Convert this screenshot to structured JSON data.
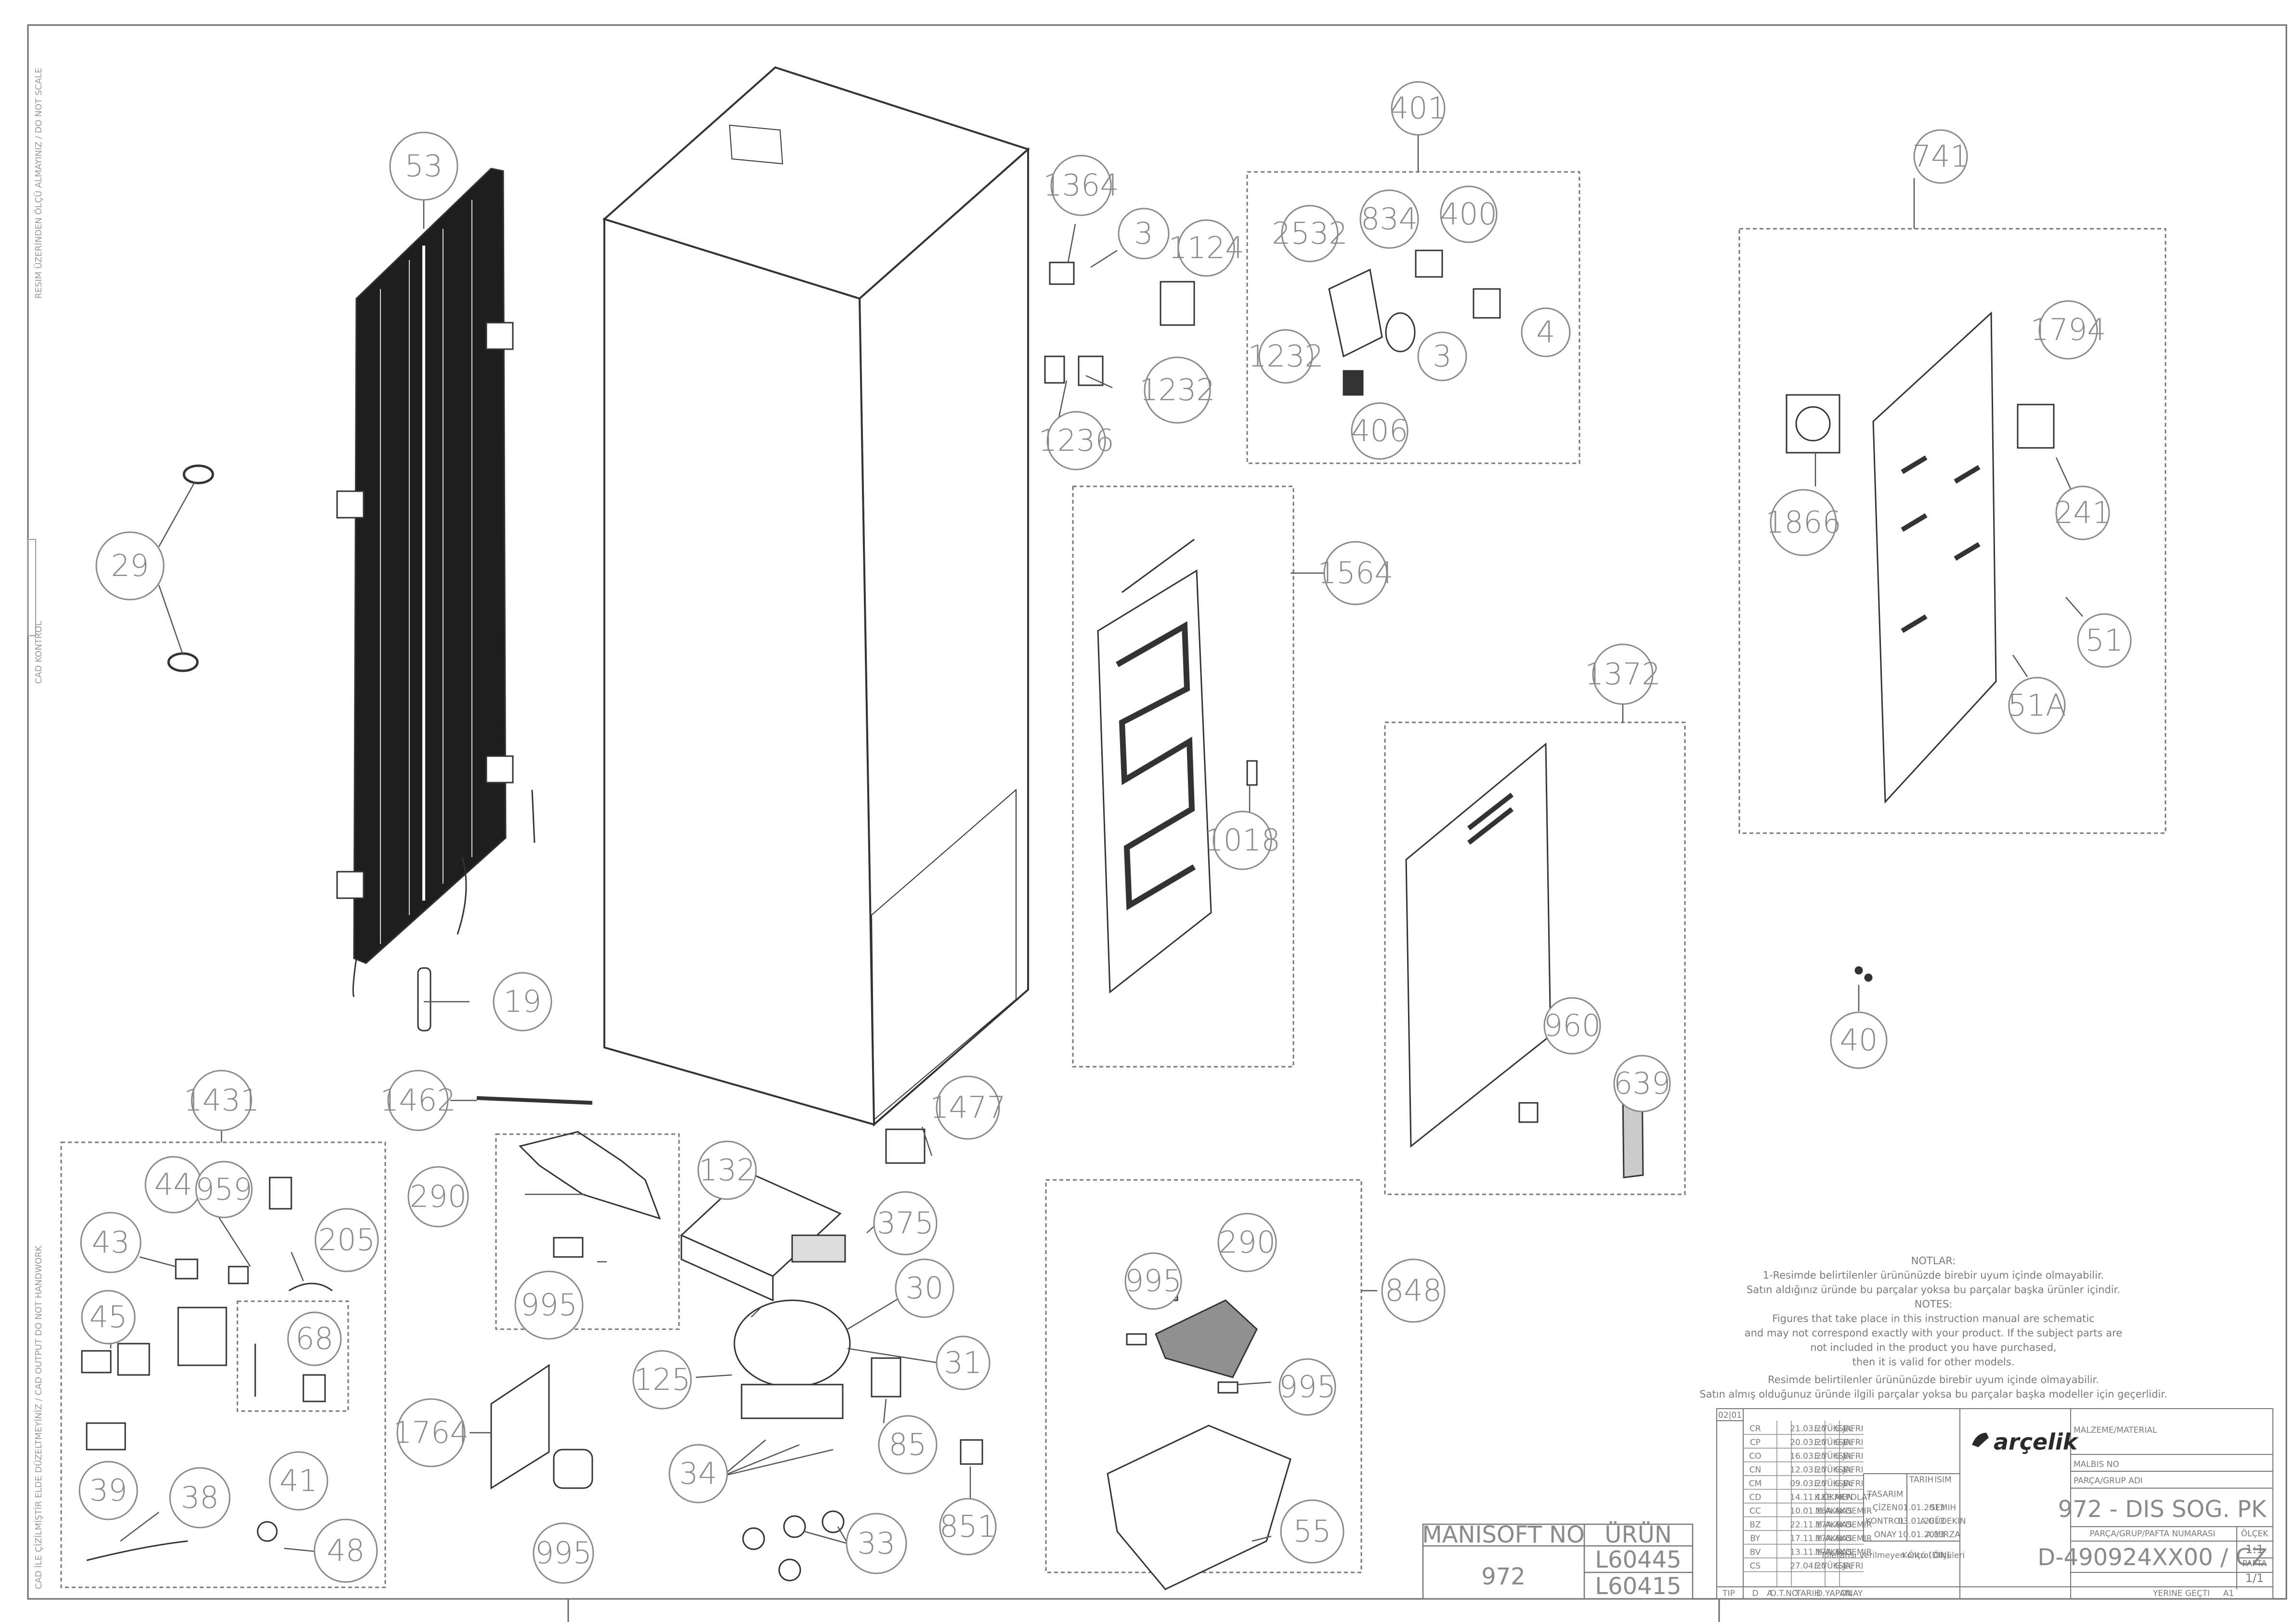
{
  "side_notes": {
    "top": "RESIM ÜZERİNDEN ÖLÇÜ ALMAYINIZ / DO NOT SCALE",
    "middle": "CAD KONTROL",
    "bottom": "CAD İLE ÇİZİLMİŞTİR ELDE DÜZELTMEYİNİZ / CAD OUTPUT DO NOT HANDWORK"
  },
  "callouts": [
    {
      "id": "c-53",
      "label": "53"
    },
    {
      "id": "c-29",
      "label": "29"
    },
    {
      "id": "c-19",
      "label": "19"
    },
    {
      "id": "c-1364",
      "label": "1364"
    },
    {
      "id": "c-3a",
      "label": "3"
    },
    {
      "id": "c-1124",
      "label": "1124"
    },
    {
      "id": "c-1232a",
      "label": "1232"
    },
    {
      "id": "c-1236",
      "label": "1236"
    },
    {
      "id": "c-401",
      "label": "401"
    },
    {
      "id": "c-2532",
      "label": "2532"
    },
    {
      "id": "c-834",
      "label": "834"
    },
    {
      "id": "c-400",
      "label": "400"
    },
    {
      "id": "c-1232b",
      "label": "1232"
    },
    {
      "id": "c-3b",
      "label": "3"
    },
    {
      "id": "c-4",
      "label": "4"
    },
    {
      "id": "c-406",
      "label": "406"
    },
    {
      "id": "c-741",
      "label": "741"
    },
    {
      "id": "c-1794",
      "label": "1794"
    },
    {
      "id": "c-1866",
      "label": "1866"
    },
    {
      "id": "c-241",
      "label": "241"
    },
    {
      "id": "c-51",
      "label": "51"
    },
    {
      "id": "c-51A",
      "label": "51A"
    },
    {
      "id": "c-1564",
      "label": "1564"
    },
    {
      "id": "c-1018",
      "label": "1018"
    },
    {
      "id": "c-1372",
      "label": "1372"
    },
    {
      "id": "c-960",
      "label": "960"
    },
    {
      "id": "c-639",
      "label": "639"
    },
    {
      "id": "c-40",
      "label": "40"
    },
    {
      "id": "c-1462",
      "label": "1462"
    },
    {
      "id": "c-1477",
      "label": "1477"
    },
    {
      "id": "c-1431",
      "label": "1431"
    },
    {
      "id": "c-44",
      "label": "44"
    },
    {
      "id": "c-959",
      "label": "959"
    },
    {
      "id": "c-43",
      "label": "43"
    },
    {
      "id": "c-205",
      "label": "205"
    },
    {
      "id": "c-45",
      "label": "45"
    },
    {
      "id": "c-68",
      "label": "68"
    },
    {
      "id": "c-41",
      "label": "41"
    },
    {
      "id": "c-39",
      "label": "39"
    },
    {
      "id": "c-38",
      "label": "38"
    },
    {
      "id": "c-48",
      "label": "48"
    },
    {
      "id": "c-290a",
      "label": "290"
    },
    {
      "id": "c-995a",
      "label": "995"
    },
    {
      "id": "c-132",
      "label": "132"
    },
    {
      "id": "c-375",
      "label": "375"
    },
    {
      "id": "c-30",
      "label": "30"
    },
    {
      "id": "c-31",
      "label": "31"
    },
    {
      "id": "c-125",
      "label": "125"
    },
    {
      "id": "c-34",
      "label": "34"
    },
    {
      "id": "c-85",
      "label": "85"
    },
    {
      "id": "c-33",
      "label": "33"
    },
    {
      "id": "c-851",
      "label": "851"
    },
    {
      "id": "c-1764",
      "label": "1764"
    },
    {
      "id": "c-995b",
      "label": "995"
    },
    {
      "id": "c-995c",
      "label": "995"
    },
    {
      "id": "c-290b",
      "label": "290"
    },
    {
      "id": "c-848",
      "label": "848"
    },
    {
      "id": "c-995d",
      "label": "995"
    },
    {
      "id": "c-55",
      "label": "55"
    }
  ],
  "notes": {
    "title": "NOTLAR:",
    "line1": "1-Resimde belirtilenler ürününüzde birebir   uyum içinde olmayabilir.",
    "line2": "Satın aldığınız üründe bu parçalar yoksa bu parçalar başka ürünler içindir.",
    "title_en": "NOTES:",
    "line3": "Figures that take place in this instruction manual are schematic",
    "line4": "and may not correspond exactly with your product. If the subject parts are",
    "line5": "not included in the product you have purchased,",
    "line6": "then it is valid for other models.",
    "line7": "Resimde belirtilenler ürününüzde birebir uyum içinde olmayabilir.",
    "line8": "Satın almış olduğunuz üründe ilgili parçalar yoksa bu parçalar başka modeller için geçerlidir."
  },
  "manisoft": {
    "header_left": "MANISOFT NO",
    "header_right": "ÜRÜN",
    "value_left": "972",
    "value_right_1": "L60445",
    "value_right_2": "L60415"
  },
  "title_block": {
    "code_top": "02|01",
    "revisions": [
      {
        "rev": "CR",
        "date": "21.03.20",
        "by": "E.YÜKSEL",
        "ok": "S.JAFRI"
      },
      {
        "rev": "CP",
        "date": "20.03.20",
        "by": "E.YÜKSEL",
        "ok": "S.JAFRI"
      },
      {
        "rev": "CO",
        "date": "16.03.20",
        "by": "E.YÜKSEL",
        "ok": "S.JAFRI"
      },
      {
        "rev": "CN",
        "date": "12.03.20",
        "by": "E.YÜKSEL",
        "ok": "S.JAFRI"
      },
      {
        "rev": "CM",
        "date": "09.03.20",
        "by": "E.YÜKSEL",
        "ok": "S.JAFRI"
      },
      {
        "rev": "CD",
        "date": "14.11.18",
        "by": "K.ÖKMEN",
        "ok": "E.AKPOLAT"
      },
      {
        "rev": "CC",
        "date": "10.01.18",
        "by": "M.AKBAS",
        "ok": "A.AKDEMIR"
      },
      {
        "rev": "BZ",
        "date": "22.11.17",
        "by": "M.AKBAS",
        "ok": "A.AKDEMIR"
      },
      {
        "rev": "BY",
        "date": "17.11.17",
        "by": "M.AKBAS",
        "ok": "A.AKDEMIR"
      },
      {
        "rev": "BV",
        "date": "13.11.17",
        "by": "M.AKBAS",
        "ok": "A.AKDEMIR"
      },
      {
        "rev": "CS",
        "date": "27.04.20",
        "by": "E.YÜKSEL",
        "ok": "S.JAFRI"
      }
    ],
    "footer_cols": [
      "TIP",
      "D",
      "A",
      "D.T.NO",
      "TARIH",
      "D.YAPAN",
      "ONAY"
    ],
    "approval_headers": {
      "date": "TARIH",
      "name": "ISIM"
    },
    "approvals": [
      {
        "role": "TASARIM",
        "date": "",
        "name": ""
      },
      {
        "role": "ÇİZEN",
        "date": "01.01.2013",
        "name": "SEMIH"
      },
      {
        "role": "KONTROL",
        "date": "03.01.2013",
        "name": "A.GÜDEKIN"
      },
      {
        "role": "ONAY",
        "date": "10.01.2013",
        "name": "A.MIRZA"
      }
    ],
    "tolerance": "Toleransı Verilmeyen Ölçü (DIN)",
    "control": "Kontrol Ölçüleri",
    "brand": "arçelik",
    "material_label": "MALZEME/MATERIAL",
    "malbis_label": "MALBIS NO",
    "group_label": "PARÇA/GRUP ADI",
    "group_name": "972 - DIS SOG. PK",
    "part_no_label": "PARÇA/GRUP/PAFTA NUMARASI",
    "part_no": "D-490924XX00 / CZ",
    "scale_label": "ÖLÇEK",
    "scale": "1:1",
    "sheet_label": "PAFTA",
    "sheet": "1/1",
    "replaced_label": "YERINE GEÇTI",
    "format": "A1"
  }
}
